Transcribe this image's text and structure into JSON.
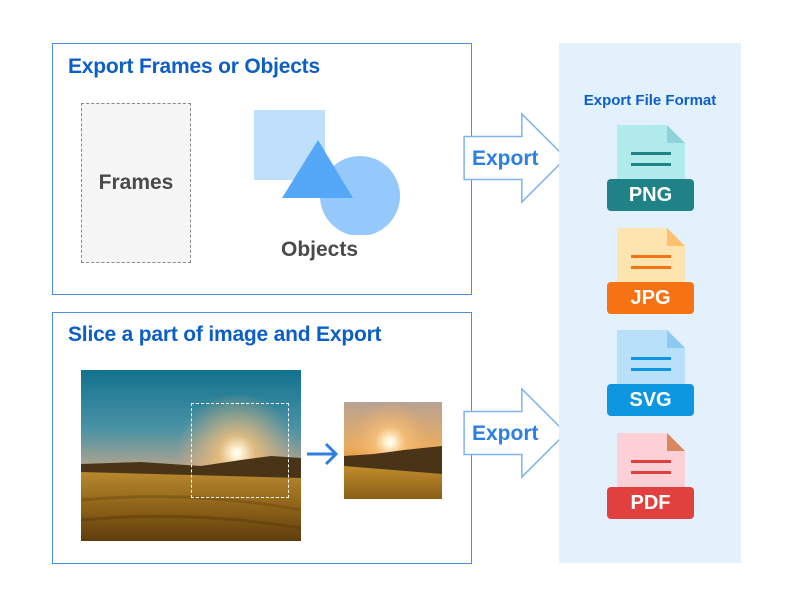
{
  "top_section": {
    "title": "Export Frames or Objects",
    "frames_label": "Frames",
    "objects_label": "Objects"
  },
  "bottom_section": {
    "title": "Slice a part of image and Export"
  },
  "arrows": [
    {
      "label": "Export"
    },
    {
      "label": "Export"
    }
  ],
  "format_panel": {
    "title": "Export File Format",
    "formats": [
      {
        "label": "PNG",
        "doc_color": "#b2ebee",
        "accent_color": "#1f8287",
        "fold_color": "#8fd3da"
      },
      {
        "label": "JPG",
        "doc_color": "#fee5b0",
        "accent_color": "#f57312",
        "fold_color": "#fdc070"
      },
      {
        "label": "SVG",
        "doc_color": "#b8e0fa",
        "accent_color": "#0d97e0",
        "fold_color": "#8ccaf3"
      },
      {
        "label": "PDF",
        "doc_color": "#fdcfd6",
        "accent_color": "#e0413f",
        "fold_color": "#d8885f"
      }
    ]
  },
  "colors": {
    "title_blue": "#0d5fc7",
    "border_blue": "#4a8ee6",
    "panel_bg": "#e3f1fd"
  }
}
